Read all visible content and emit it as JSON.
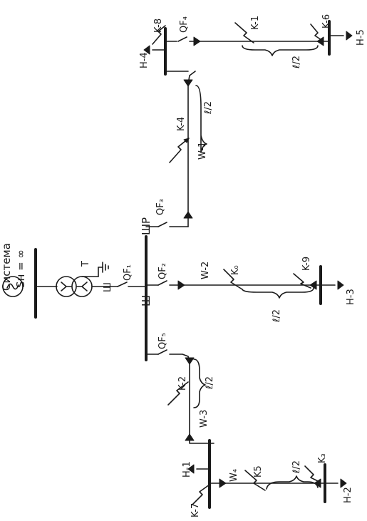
{
  "system": {
    "title": "Система",
    "power": "Sн = ∞",
    "ground": "⏚"
  },
  "transformer": {
    "label": "T",
    "bus_label": "Ш"
  },
  "breakers": {
    "qf1": "QF₁",
    "qf2": "QF₂",
    "qf3": "QF₃",
    "qf4": "QF₄",
    "qf5": "QF₅"
  },
  "buses": {
    "main": "Ш",
    "reserve": "ШР"
  },
  "lines": {
    "w1": "W-1",
    "w2": "W-2",
    "w3": "W-3",
    "w4": "W₄"
  },
  "faults": {
    "k0": "K₀",
    "k1": "K-1",
    "k2": "K-2",
    "k3": "K₃",
    "k4": "K-4",
    "k5": "K5",
    "k6": "K-6",
    "k7": "K-7",
    "k8": "K-8",
    "k9": "K-9"
  },
  "loads": {
    "h1": "H-1",
    "h2": "H-2",
    "h3": "H-3",
    "h4": "H-4",
    "h5": "H-5"
  },
  "half_length": "ℓ/2",
  "colors": {
    "ink": "#1a1a1a",
    "paper": "#ffffff"
  }
}
